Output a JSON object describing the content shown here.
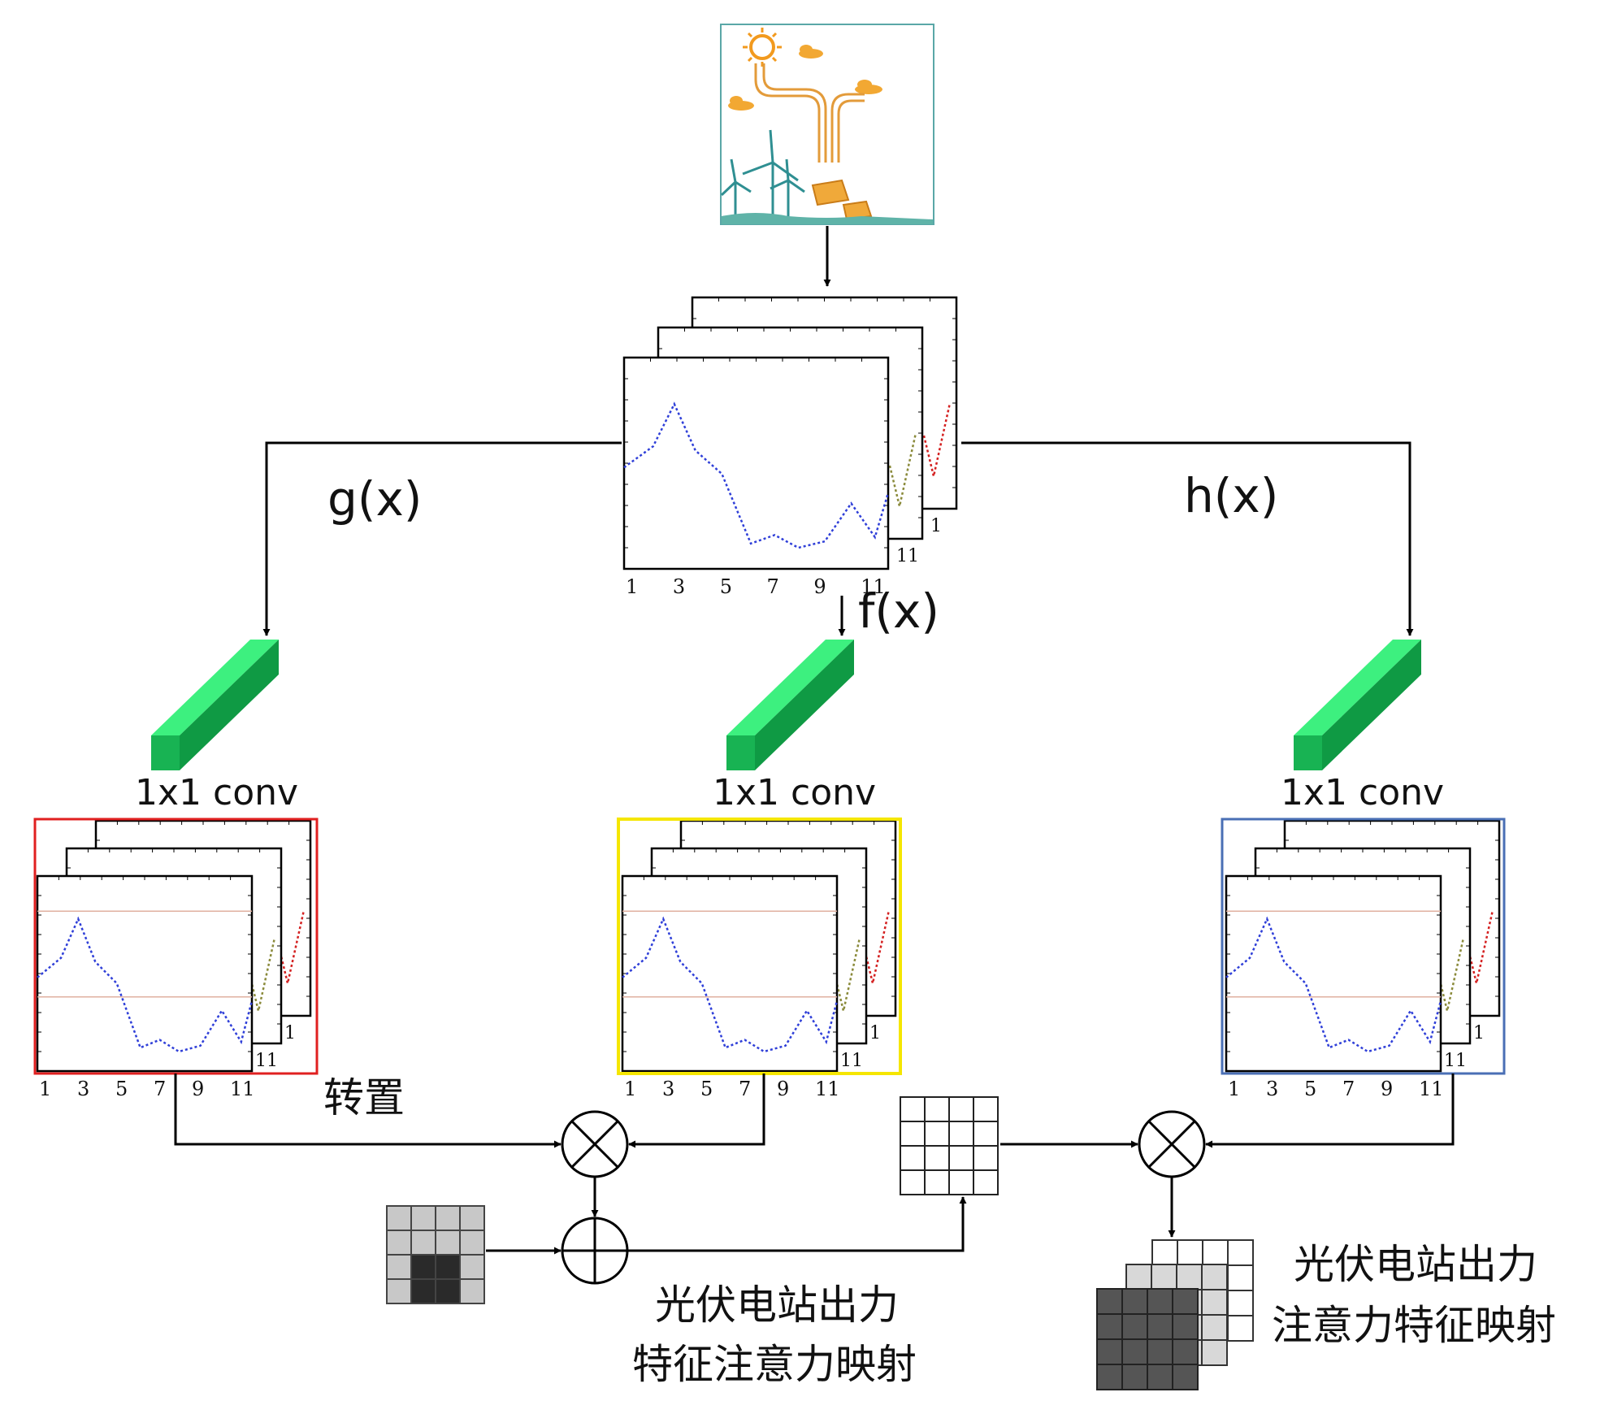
{
  "labels": {
    "g": "g(x)",
    "h": "h(x)",
    "f": "f(x)",
    "conv_left": "1x1 conv",
    "conv_mid": "1x1 conv",
    "conv_right": "1x1 conv",
    "transpose": "转置",
    "mid_caption_line1": "光伏电站出力",
    "mid_caption_line2": "特征注意力映射",
    "right_caption_line1": "光伏电站出力",
    "right_caption_line2": "注意力特征映射"
  },
  "tick_labels": [
    "1",
    "3",
    "5",
    "7",
    "9",
    "11"
  ],
  "colors": {
    "conv_block": "#1fd46a",
    "frame_red": "#e02020",
    "frame_yellow": "#f5e600",
    "frame_blue": "#4a6fb5",
    "series_blue": "#2f3fd8",
    "series_olive": "#8a8a3a",
    "series_red": "#d42020"
  }
}
